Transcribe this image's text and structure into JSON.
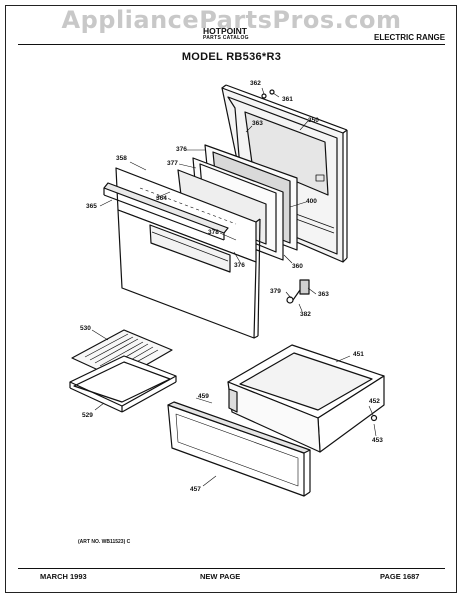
{
  "watermark": "AppliancePartsPros.com",
  "header": {
    "brand": "HOTPOINT",
    "catalog": "PARTS CATALOG",
    "category": "ELECTRIC RANGE",
    "model": "MODEL RB536*R3"
  },
  "callouts": {
    "c362": "362",
    "c361": "361",
    "c350": "350",
    "c363a": "363",
    "c376a": "376",
    "c377": "377",
    "c358": "358",
    "c364": "364",
    "c365": "365",
    "c400": "400",
    "c378": "378",
    "c376b": "376",
    "c360": "360",
    "c379": "379",
    "c363b": "363",
    "c382": "382",
    "c530": "530",
    "c529": "529",
    "c451": "451",
    "c459": "459",
    "c452": "452",
    "c453": "453",
    "c457": "457"
  },
  "art_number": "(ART NO. WB11523) C",
  "footer": {
    "date": "MARCH 1993",
    "note": "NEW PAGE",
    "page": "PAGE 1687"
  }
}
